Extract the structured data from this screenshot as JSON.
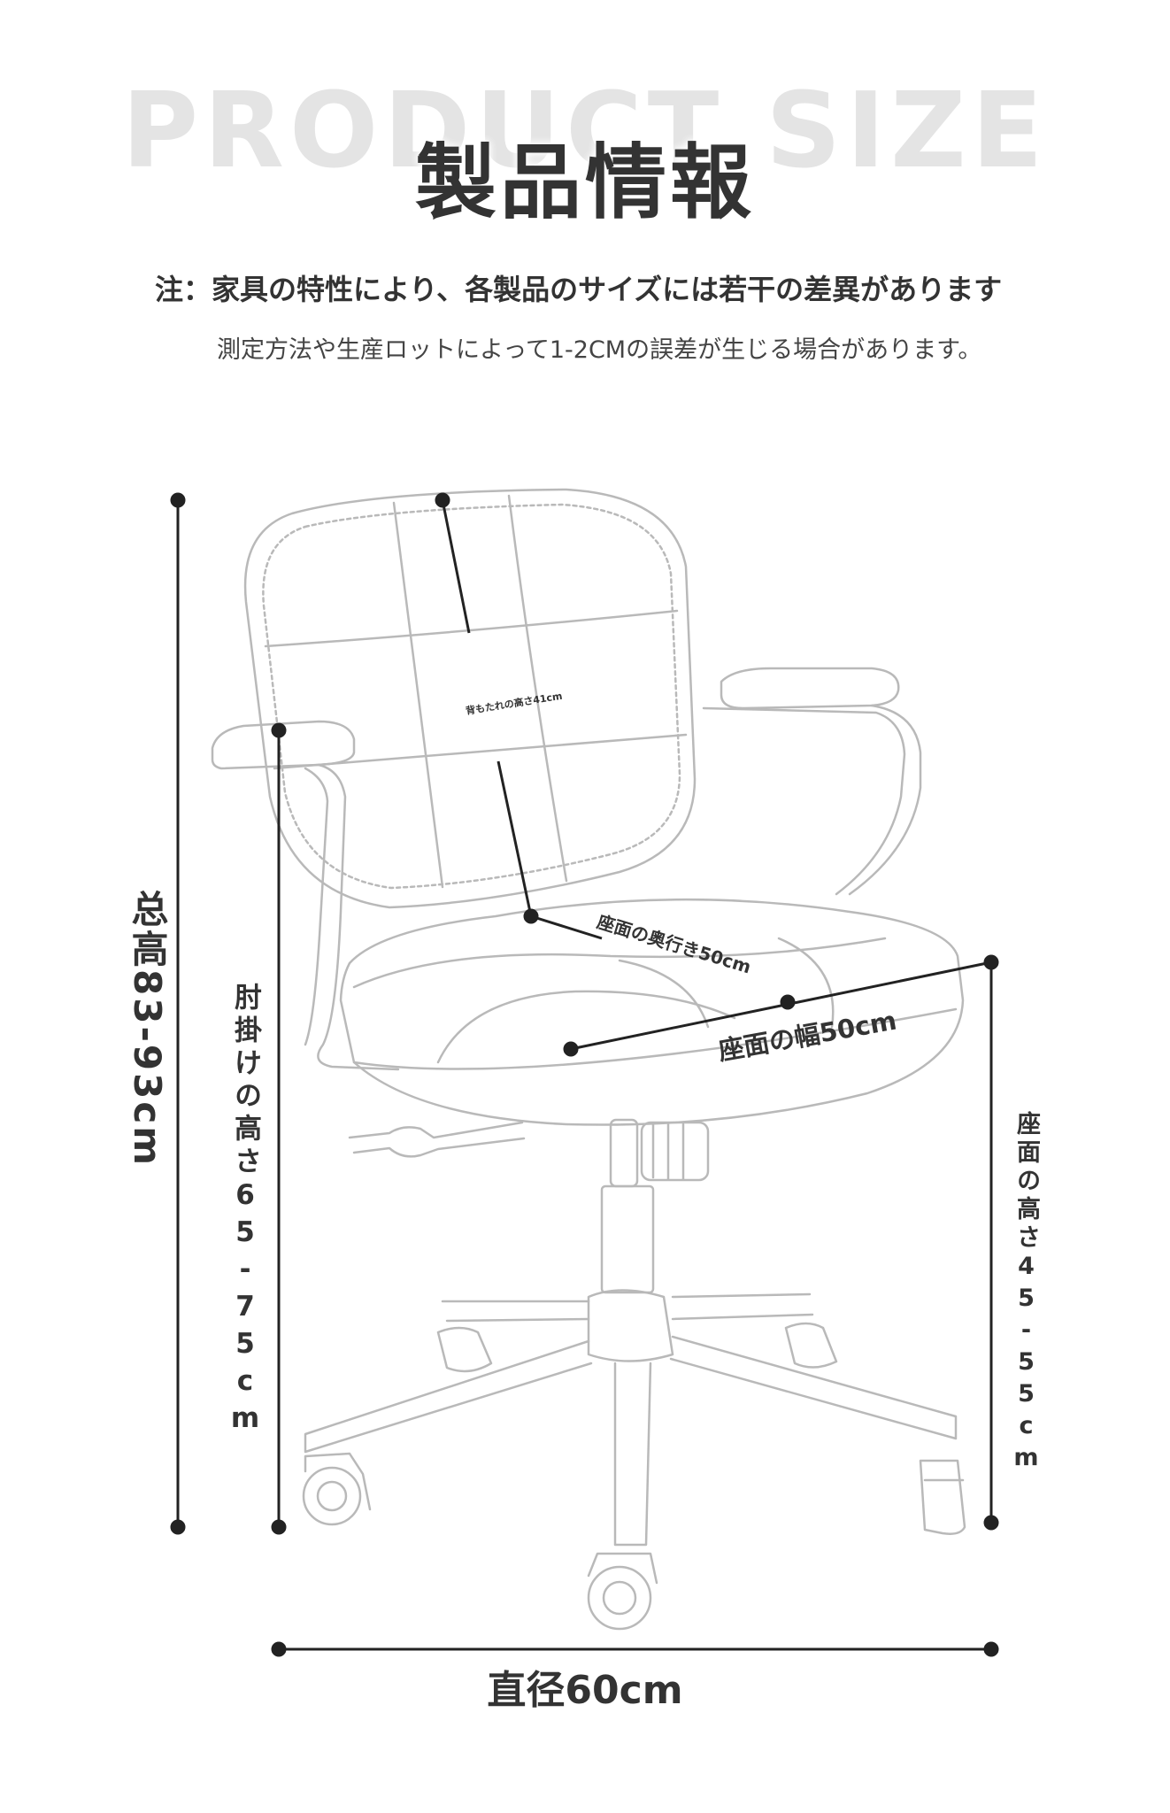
{
  "header": {
    "background_title": "PRODUCT SIZE",
    "title": "製品情報"
  },
  "notes": {
    "line1": "注：家具の特性により、各製品のサイズには若干の差異があります",
    "line2": "測定方法や生産ロットによって1-2CMの誤差が生じる場合があります。"
  },
  "dimensions": {
    "total_height": "总高83-93cm",
    "armrest_height": "肘掛けの高さ65-75cm",
    "backrest_height": "背もたれの高さ41cm",
    "seat_depth": "座面の奥行き50cm",
    "seat_width": "座面の幅50cm",
    "seat_height": "座面の高さ45-55cm",
    "base_diameter": "直径60cm"
  },
  "colors": {
    "dimension_line": "#222222",
    "chair_outline": "#b9b9b9",
    "background_title": "#e4e4e4"
  }
}
